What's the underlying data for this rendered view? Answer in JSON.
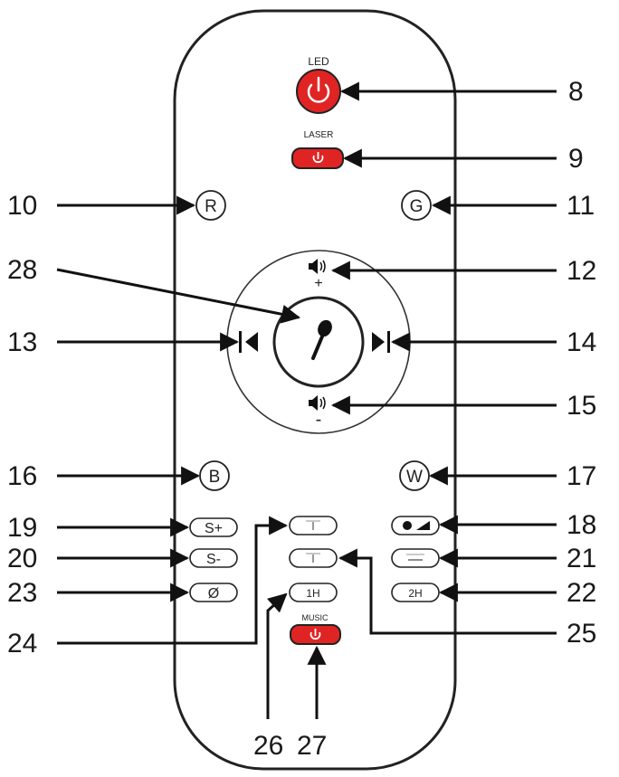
{
  "remote": {
    "led_label": "LED",
    "laser_label": "LASER",
    "r_label": "R",
    "g_label": "G",
    "b_label": "B",
    "w_label": "W",
    "s_plus_label": "S+",
    "s_minus_label": "S-",
    "off_label": "Ø",
    "music_label": "MUSIC",
    "timer_1h_label": "1H",
    "timer_2h_label": "2H",
    "plus_sign": "+",
    "minus_sign": "-",
    "colors": {
      "power_red": "#e02424",
      "outline": "#222222"
    },
    "icons": [
      "power-icon",
      "microphone-icon",
      "volume-up-icon",
      "volume-down-icon",
      "previous-track-icon",
      "next-track-icon",
      "moon-icon"
    ]
  },
  "callouts": {
    "n8": "8",
    "n9": "9",
    "n10": "10",
    "n11": "11",
    "n12": "12",
    "n13": "13",
    "n14": "14",
    "n15": "15",
    "n16": "16",
    "n17": "17",
    "n18": "18",
    "n19": "19",
    "n20": "20",
    "n21": "21",
    "n22": "22",
    "n23": "23",
    "n24": "24",
    "n25": "25",
    "n26": "26",
    "n27": "27",
    "n28": "28"
  }
}
